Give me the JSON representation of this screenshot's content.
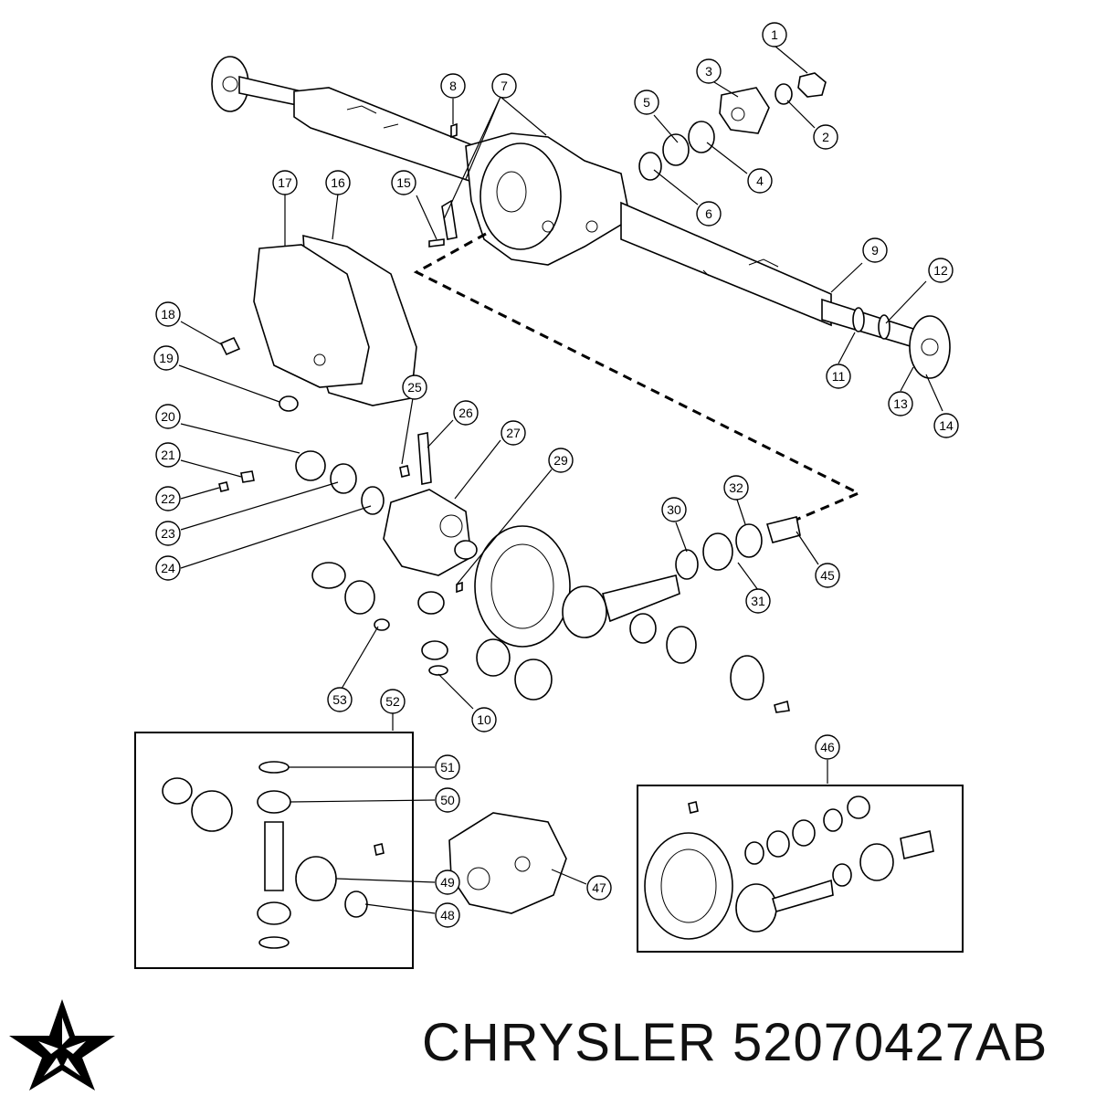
{
  "brand": {
    "maker": "CHRYSLER",
    "part_number": "52070427AB"
  },
  "logo_icon": "pentastar-icon",
  "callouts": [
    "1",
    "2",
    "3",
    "4",
    "5",
    "6",
    "7",
    "8",
    "9",
    "10",
    "11",
    "12",
    "13",
    "14",
    "15",
    "16",
    "17",
    "18",
    "19",
    "20",
    "21",
    "22",
    "23",
    "24",
    "25",
    "26",
    "27",
    "29",
    "30",
    "31",
    "32",
    "45",
    "46",
    "47",
    "48",
    "49",
    "50",
    "51",
    "52",
    "53"
  ]
}
